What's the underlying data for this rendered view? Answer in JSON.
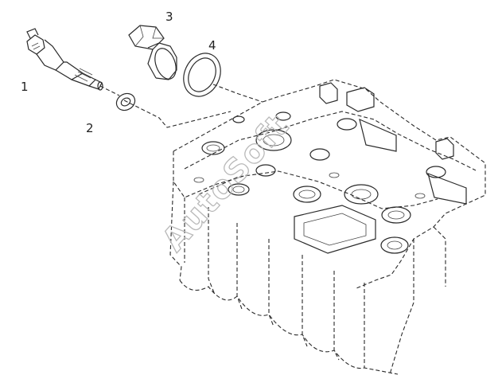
{
  "callouts": [
    {
      "id": "1",
      "label": "1"
    },
    {
      "id": "2",
      "label": "2"
    },
    {
      "id": "3",
      "label": "3"
    },
    {
      "id": "4",
      "label": "4"
    }
  ],
  "watermark": "AutoSoft"
}
